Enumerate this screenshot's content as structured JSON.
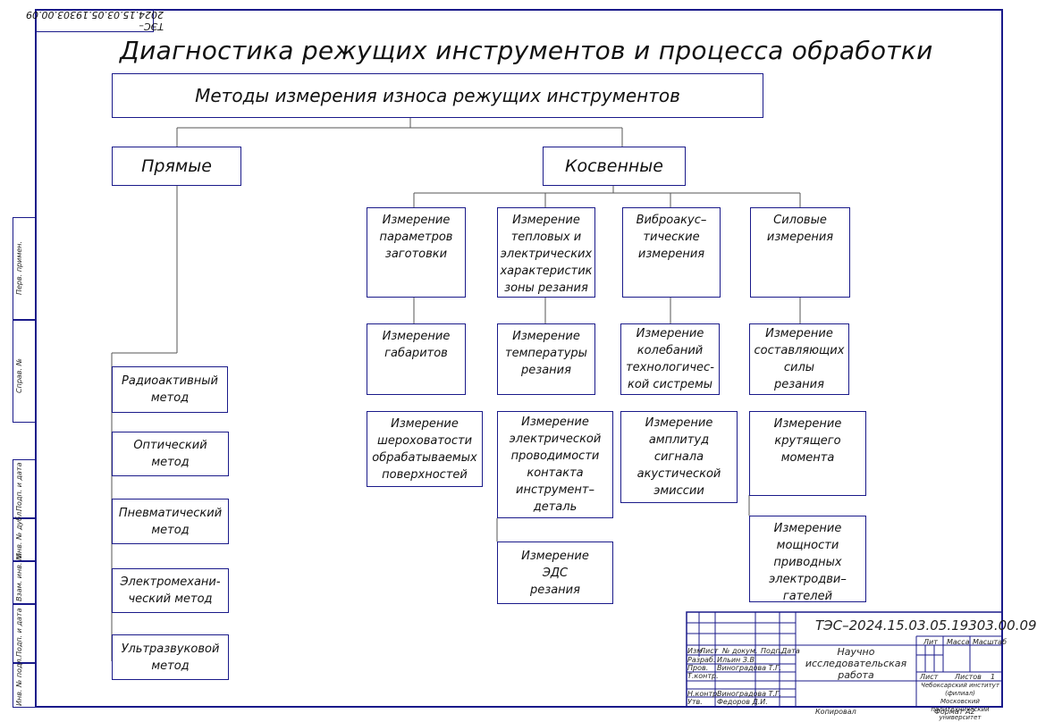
{
  "stamp_code": "ТЭС–2024.15.03.05.19303.00.09",
  "title": "Диагностика режущих инструментов и процесса обработки",
  "root": "Методы измерения износа режущих инструментов",
  "branches": {
    "direct": "Прямые",
    "indirect": "Косвенные"
  },
  "direct_methods": [
    "Радиоактивный\nметод",
    "Оптический\nметод",
    "Пневматический\nметод",
    "Электромехани-\nческий метод",
    "Ультразвуковой\nметод"
  ],
  "indirect_groups": [
    {
      "label": "Измерение\nпараметров\nзаготовки",
      "children": [
        "Измерение\nгабаритов",
        "Измерение\nшероховатости\nобрабатываемых\nповерхностей"
      ]
    },
    {
      "label": "Измерение\nтепловых и\nэлектрических\nхарактеристик\nзоны резания",
      "children": [
        "Измерение\nтемпературы\nрезания",
        "Измерение\nэлектрической\nпроводимости\nконтакта\nинструмент–\nдеталь",
        "Измерение\nЭДС\nрезания"
      ]
    },
    {
      "label": "Виброакус–\nтические\nизмерения",
      "children": [
        "Измерение\nколебаний\nтехнологичес-\nкой систремы",
        "Измерение\nамплитуд\nсигнала\nакустической\nэмиссии"
      ]
    },
    {
      "label": "Силовые\nизмерения",
      "children": [
        "Измерение\nсоставляющих\nсилы\nрезания",
        "Измерение\nкрутящего\nмомента",
        "Измерение\nмощности\nприводных\nэлектродви–\nгателей"
      ]
    }
  ],
  "side_stamps": [
    "Перв. примен.",
    "Справ. №",
    "Подп. и дата",
    "Инв. № дубл.",
    "Взам. инв. №",
    "Подп. и дата",
    "Инв. № подл."
  ],
  "title_block": {
    "code": "ТЭС–2024.15.03.05.19303.00.09",
    "work": "Научно\nисследовательская\nработа",
    "header_cols": [
      "Изм",
      "Лист",
      "№ докум.",
      "Подп.",
      "Дата"
    ],
    "rows": [
      {
        "role": "Разраб.",
        "name": "Ильин З.В."
      },
      {
        "role": "Пров.",
        "name": "Виноградова Т.Г."
      },
      {
        "role": "Т.контр.",
        "name": ""
      },
      {
        "role": "Н.контр.",
        "name": "Виноградова Т.Г."
      },
      {
        "role": "Утв.",
        "name": "Федоров Д.И."
      }
    ],
    "lit_label": "Лит",
    "mass_label": "Масса",
    "scale_label": "Масштаб",
    "sheet_label": "Лист",
    "sheets_label": "Листов",
    "sheets_count": "1",
    "org": "Чебоксарский институт (филиал)\nМосковский политехнический\nуниверситет",
    "copied": "Копировал",
    "format": "Формат   А2"
  }
}
